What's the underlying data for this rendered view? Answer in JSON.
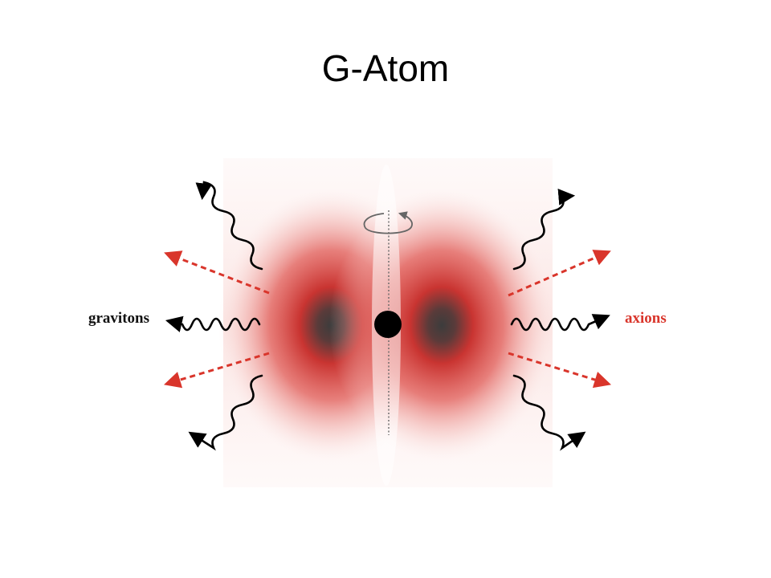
{
  "slide": {
    "title": "G-Atom"
  },
  "diagram": {
    "left_label": "gravitons",
    "right_label": "axions",
    "colors": {
      "cloud_red": "#d6302c",
      "cloud_core": "#4a4a4a",
      "axion_arrow": "#d9352b",
      "graviton": "#000000",
      "black_hole": "#000000",
      "spin_axis": "#555555"
    }
  }
}
